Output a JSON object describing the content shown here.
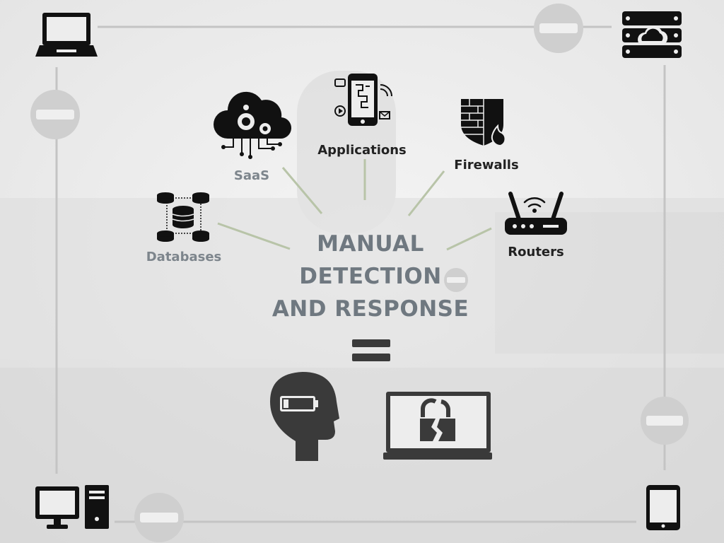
{
  "title": {
    "lines": [
      "MANUAL",
      "DETECTION",
      "AND RESPONSE"
    ]
  },
  "nodes": {
    "saas": "SaaS",
    "applications": "Applications",
    "firewalls": "Firewalls",
    "databases": "Databases",
    "routers": "Routers"
  },
  "colors": {
    "background": "#ededed",
    "connector": "#b8c4a8",
    "border_line": "#c4c4c4",
    "blocked": "#cfcfcf",
    "icon": "#111111",
    "result_icon": "#3a3a3a",
    "title": "#6f7880",
    "muted_label": "#7d858c"
  },
  "icons": [
    "laptop-icon",
    "cloud-server-icon",
    "desktop-computer-icon",
    "tablet-icon",
    "cloud-gears-icon",
    "smartphone-app-icon",
    "firewall-shield-icon",
    "database-network-icon",
    "wifi-router-icon",
    "blocked-icon",
    "equals-icon",
    "drained-battery-head-icon",
    "broken-lock-laptop-icon"
  ]
}
